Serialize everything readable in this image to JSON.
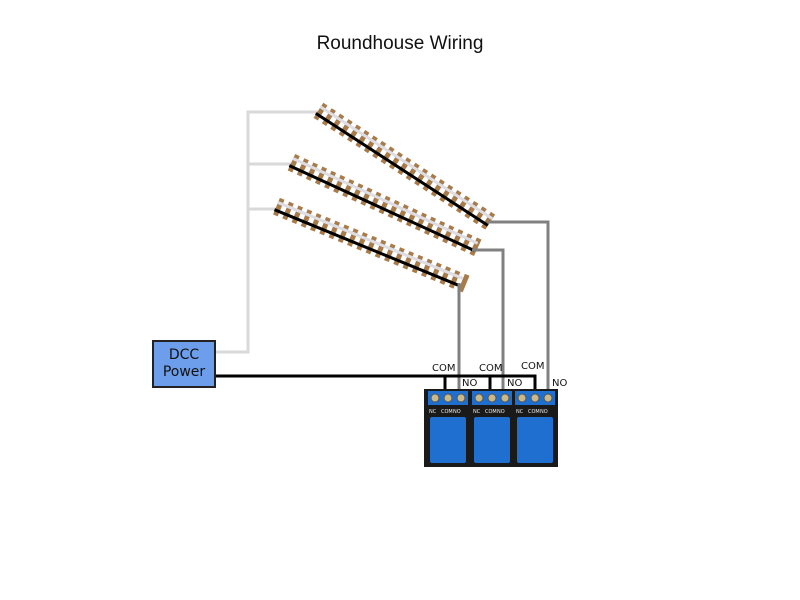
{
  "title": "Roundhouse Wiring",
  "dcc_power": {
    "line1": "DCC",
    "line2": "Power"
  },
  "relays": [
    {
      "com_label": "COM",
      "no_label": "NO",
      "terminals": [
        "NC",
        "COM",
        "NO"
      ]
    },
    {
      "com_label": "COM",
      "no_label": "NO",
      "terminals": [
        "NC",
        "COM",
        "NO"
      ]
    },
    {
      "com_label": "COM",
      "no_label": "NO",
      "terminals": [
        "NC",
        "COM",
        "NO"
      ]
    }
  ],
  "tracks": [
    {
      "name": "track-1"
    },
    {
      "name": "track-2"
    },
    {
      "name": "track-3"
    }
  ],
  "colors": {
    "common_wire": "#d9d9d9",
    "switched_wire": "#808080",
    "dcc_wire": "#000000",
    "dcc_box": "#6d9eeb",
    "tie": "#a87b4a",
    "relay_blue": "#1e6fd0",
    "relay_board": "#1a1a1a"
  }
}
